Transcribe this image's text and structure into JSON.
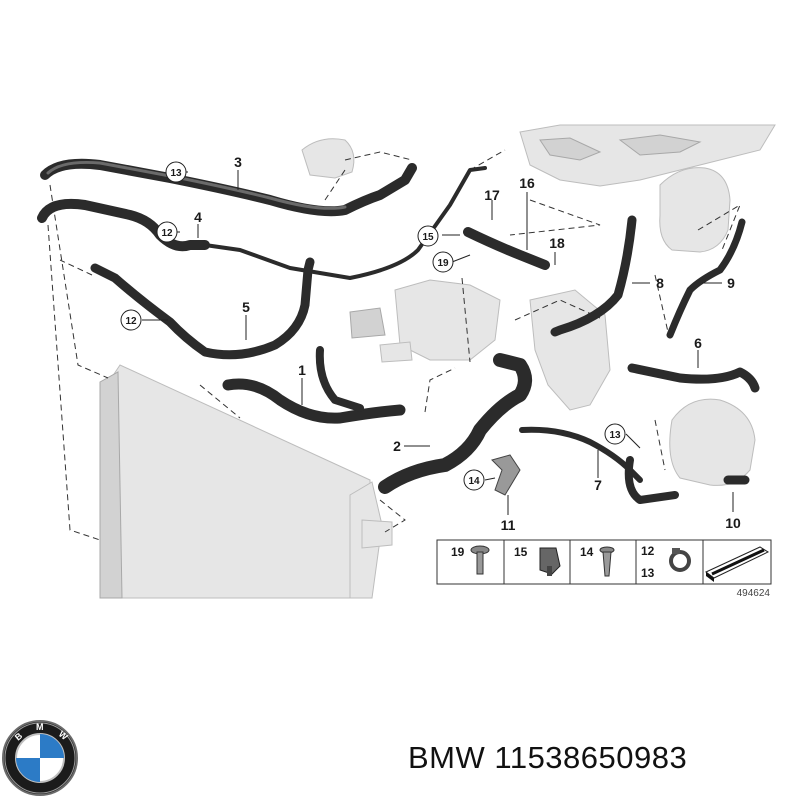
{
  "diagram": {
    "callouts": [
      "1",
      "2",
      "3",
      "4",
      "5",
      "6",
      "7",
      "8",
      "9",
      "10",
      "11",
      "16",
      "17",
      "18"
    ],
    "circled_callouts": [
      "13",
      "12",
      "12",
      "15",
      "19",
      "13",
      "14"
    ],
    "legend": {
      "items": [
        {
          "number": "19",
          "icon": "bolt-icon"
        },
        {
          "number": "15",
          "icon": "clip-icon"
        },
        {
          "number": "14",
          "icon": "screw-icon"
        },
        {
          "numbers": [
            "12",
            "13"
          ],
          "icon": "hose-clamp-icon"
        },
        {
          "icon": "gasket-icon"
        }
      ]
    },
    "reference_number": "494624"
  },
  "logo": {
    "brand": "BMW",
    "colors": {
      "blue": "#2c7bc6",
      "ring": "#1b1b1b"
    }
  },
  "caption": {
    "brand": "BMW",
    "part_number": "11538650983"
  }
}
